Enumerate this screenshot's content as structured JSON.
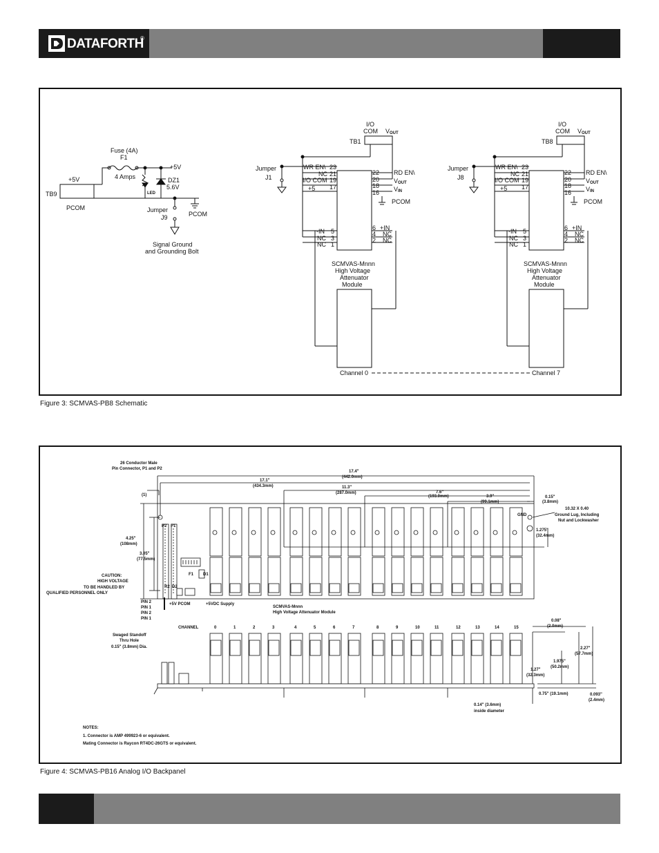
{
  "header": {
    "brand": "DATAFORTH",
    "registered_mark": "®"
  },
  "figure3": {
    "caption": "Figure 3: SCMVAS-PB8 Schematic",
    "fuse_label": "Fuse (4A)",
    "fuse_ref": "F1",
    "fuse_rating": "4 Amps",
    "plus5v_left": "+5V",
    "plus5v_right": "+5V",
    "led_label": "LED",
    "zener_ref": "DZ1",
    "zener_value": "5.6V",
    "tb9": "TB9",
    "pcom_left": "PCOM",
    "jumper_label": "Jumper",
    "jumper_ref": "J9",
    "pcom_j9": "PCOM",
    "signal_ground_1": "Signal Ground",
    "signal_ground_2": "and Grounding Bolt",
    "channels": [
      {
        "io_label": "I/O",
        "com_label": "COM",
        "vout_main": "V",
        "vout_sub": "OUT",
        "tb": "TB1",
        "jumper_label": "Jumper",
        "jumper_ref": "J1",
        "wr_en": "WR EN\\",
        "nc_21": "NC",
        "io_com_19": "I/O COM",
        "plus5_17": "+5",
        "pin_23": "23",
        "pin_21": "21",
        "pin_19": "19",
        "pin_17": "17",
        "pin_22": "22",
        "pin_20": "20",
        "pin_18": "18",
        "pin_16": "16",
        "rd_en": "RD EN\\",
        "vout_r_main": "V",
        "vout_r_sub": "OUT",
        "vin_main": "V",
        "vin_sub": "IN",
        "pcom": "PCOM",
        "minus_in": "-IN",
        "nc_3": "NC",
        "nc_1": "NC",
        "pin_5": "5",
        "pin_3": "3",
        "pin_1": "1",
        "pin_6": "6",
        "pin_4": "4",
        "pin_2": "2",
        "plus_in": "+IN",
        "nc_4": "NC",
        "nc_2": "NC",
        "module_1": "SCMVAS-Mnnn",
        "module_2": "High Voltage",
        "module_3": "Attenuator",
        "module_4": "Module",
        "channel_label": "Channel 0"
      },
      {
        "io_label": "I/O",
        "com_label": "COM",
        "vout_main": "V",
        "vout_sub": "OUT",
        "tb": "TB8",
        "jumper_label": "Jumper",
        "jumper_ref": "J8",
        "wr_en": "WR EN\\",
        "nc_21": "NC",
        "io_com_19": "I/O COM",
        "plus5_17": "+5",
        "pin_23": "23",
        "pin_21": "21",
        "pin_19": "19",
        "pin_17": "17",
        "pin_22": "22",
        "pin_20": "20",
        "pin_18": "18",
        "pin_16": "16",
        "rd_en": "RD EN\\",
        "vout_r_main": "V",
        "vout_r_sub": "OUT",
        "vin_main": "V",
        "vin_sub": "IN",
        "pcom": "PCOM",
        "minus_in": "-IN",
        "nc_3": "NC",
        "nc_1": "NC",
        "pin_5": "5",
        "pin_3": "3",
        "pin_1": "1",
        "pin_6": "6",
        "pin_4": "4",
        "pin_2": "2",
        "plus_in": "+IN",
        "nc_4": "NC",
        "nc_2": "NC",
        "module_1": "SCMVAS-Mnnn",
        "module_2": "High Voltage",
        "module_3": "Attenuator",
        "module_4": "Module",
        "channel_label": "Channel 7"
      }
    ]
  },
  "figure4": {
    "caption": "Figure 4: SCMVAS-PB16 Analog I/O Backpanel",
    "connector_1": "26 Conductor Male",
    "connector_2": "Pin Connector, P1 and P2",
    "dim_17_4": "17.4\"",
    "dim_17_4_mm": "(442.0mm)",
    "dim_17_1": "17.1\"",
    "dim_17_1_mm": "(434.3mm)",
    "dim_11_3": "11.3\"",
    "dim_11_3_mm": "(287.0mm)",
    "dim_7_6": "7.6\"",
    "dim_7_6_mm": "(193.0mm)",
    "dim_3_9": "3.9\"",
    "dim_3_9_mm": "(99.1mm)",
    "dim_0_15": "0.15\"",
    "dim_0_15_mm": "(3.8mm)",
    "note_1_ref": "(1)",
    "gnd": "GND",
    "lug_1": "10.32 X 0.40",
    "lug_2": "Ground Lug, Including",
    "lug_3": "Nut and Lockwasher",
    "dim_1_275": "1.275\"",
    "dim_1_275_mm": "(32.4mm)",
    "dim_4_25": "4.25\"",
    "dim_4_25_mm": "(108mm)",
    "dim_3_05": "3.05\"",
    "dim_3_05_mm": "(77.5mm)",
    "p2": "P2",
    "p1": "P1",
    "caution_1": "CAUTION:",
    "caution_2": "HIGH VOLTAGE",
    "caution_3": "TO BE HANDLED BY",
    "caution_4": "QUALIFIED PERSONNEL ONLY",
    "f1": "F1",
    "d1": "D1",
    "r2": "R2",
    "d2": "D2",
    "pins": [
      "PIN 2",
      "PIN 1",
      "PIN 2",
      "PIN 1"
    ],
    "plus5v_pcom": "+5V  PCOM",
    "supply": "+5VDC Supply",
    "module_1": "SCMVAS-Mnnn",
    "module_2": "High Voltage Attenuator Module",
    "channel_label": "CHANNEL",
    "channels": [
      "0",
      "1",
      "2",
      "3",
      "4",
      "5",
      "6",
      "7",
      "8",
      "9",
      "10",
      "11",
      "12",
      "13",
      "14",
      "15"
    ],
    "standoff_1": "Swaged Standoff",
    "standoff_2": "Thru Hole",
    "standoff_3": "0.15\" (3.8mm) Dia.",
    "dim_0_08": "0.08\"",
    "dim_0_08_mm": "(2.0mm)",
    "dim_2_27": "2.27\"",
    "dim_2_27_mm": "(57.7mm)",
    "dim_1_975": "1.975\"",
    "dim_1_975_mm": "(50.2mm)",
    "dim_1_27": "1.27\"",
    "dim_1_27_mm": "(32.3mm)",
    "dim_0_75": "0.75\" (19.1mm)",
    "dim_0_093": "0.093\"",
    "dim_0_093_mm": "(2.4mm)",
    "dim_0_14": "0.14\" (3.6mm)",
    "dim_0_14_sub": "inside diameter",
    "notes_title": "NOTES:",
    "note_1": "1. Connector is AMP 499923-6 or equivalent.",
    "note_2": "Mating Connector is Raycon RT4DC-26GTS or equivalent."
  }
}
